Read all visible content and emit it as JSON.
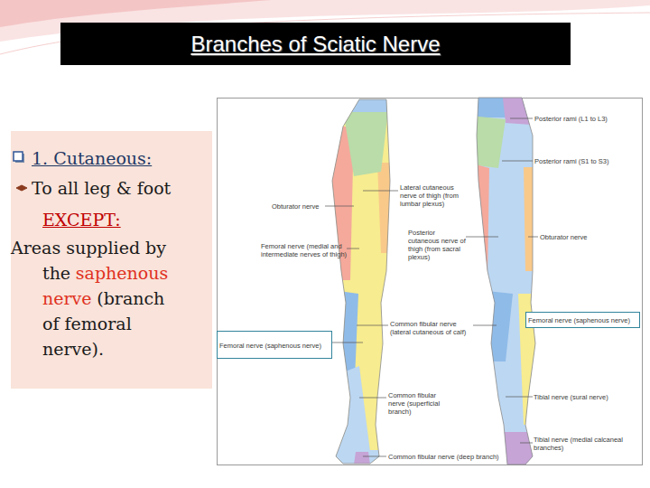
{
  "diagram": {
    "title": "Branches of Sciatic Nerve",
    "nodes": [
      {
        "text": [
          "1. Cutaneous:",
          "To all leg & foot",
          "EXCEPT:",
          "Areas supplied by the",
          "saphenous nerve",
          "(branch of femoral nerve)."
        ]
      },
      {
        "text": [
          "Femoral nerve (saphenous nerve)"
        ]
      },
      {
        "text": [
          "Femoral nerve (saphenous nerve)"
        ]
      }
    ],
    "labels": [
      "Posterior rami (L1 to L3)",
      "Posterior rami (S1 to S3)",
      "Lateral cutaneous nerve of thigh (from lumbar plexus)",
      "Obturator nerve",
      "Femoral nerve (medial and intermediate nerves of thigh)",
      "Posterior cutaneous nerve of thigh (from sacral plexus)",
      "Obturator nerve",
      "Common fibular nerve (lateral cutaneous of calf)",
      "Common fibular nerve (superficial branch)",
      "Tibial nerve (sural nerve)",
      "Tibial nerve (medial calcaneal branches)",
      "Common fibular nerve (deep branch)"
    ]
  }
}
